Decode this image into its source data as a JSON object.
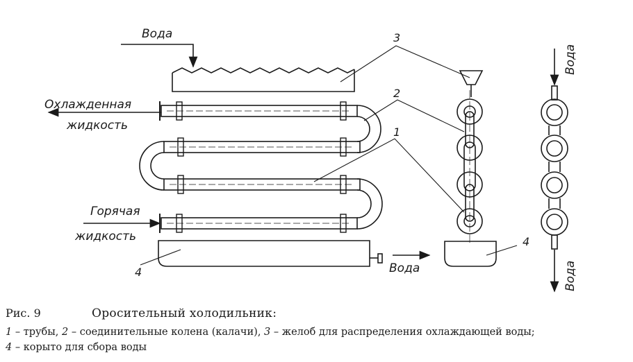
{
  "labels": {
    "water_top": "Вода",
    "cooled_line1": "Охлажденная",
    "cooled_line2": "жидкость",
    "hot_line1": "Горячая",
    "hot_line2": "жидкость",
    "water_out": "Вода",
    "water_side_top": "Вода",
    "water_side_bottom": "Вода"
  },
  "callouts": [
    "1",
    "2",
    "3",
    "4",
    "4"
  ],
  "caption": {
    "figure_number": "Рис. 9",
    "title": "Оросительный холодильник:",
    "legend": [
      {
        "num": "1",
        "text": "трубы,"
      },
      {
        "num": "2",
        "text": "соединительные колена (калачи),"
      },
      {
        "num": "3",
        "text": "желоб для распределения охлаждающей воды;"
      },
      {
        "num": "4",
        "text": "корыто для сбора воды"
      }
    ]
  }
}
